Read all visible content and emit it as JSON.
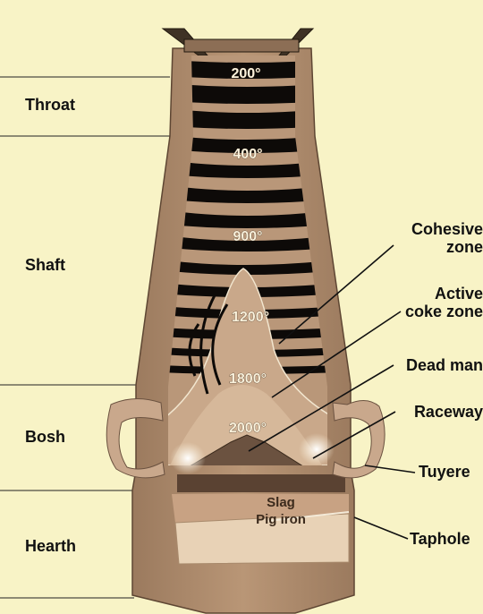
{
  "zones_left": [
    "Throat",
    "Shaft",
    "Bosh",
    "Hearth"
  ],
  "temperatures": [
    "200°",
    "400°",
    "900°",
    "1200°",
    "1800°",
    "2000°"
  ],
  "labels_right": {
    "cohesive_zone": [
      "Cohesive",
      "zone"
    ],
    "active_coke_zone": [
      "Active",
      "coke zone"
    ],
    "dead_man": "Dead man",
    "raceway": "Raceway",
    "tuyere": "Tuyere",
    "taphole": "Taphole"
  },
  "inner_labels": {
    "slag": "Slag",
    "pig_iron": "Pig iron"
  },
  "colors": {
    "background": "#f8f3c6",
    "shell": "#b08c6e",
    "burden_dark": "#0d0a08",
    "burden_light": "#b99779",
    "hearth_liquid": "#d8b896",
    "glow": "#fff6e0"
  }
}
